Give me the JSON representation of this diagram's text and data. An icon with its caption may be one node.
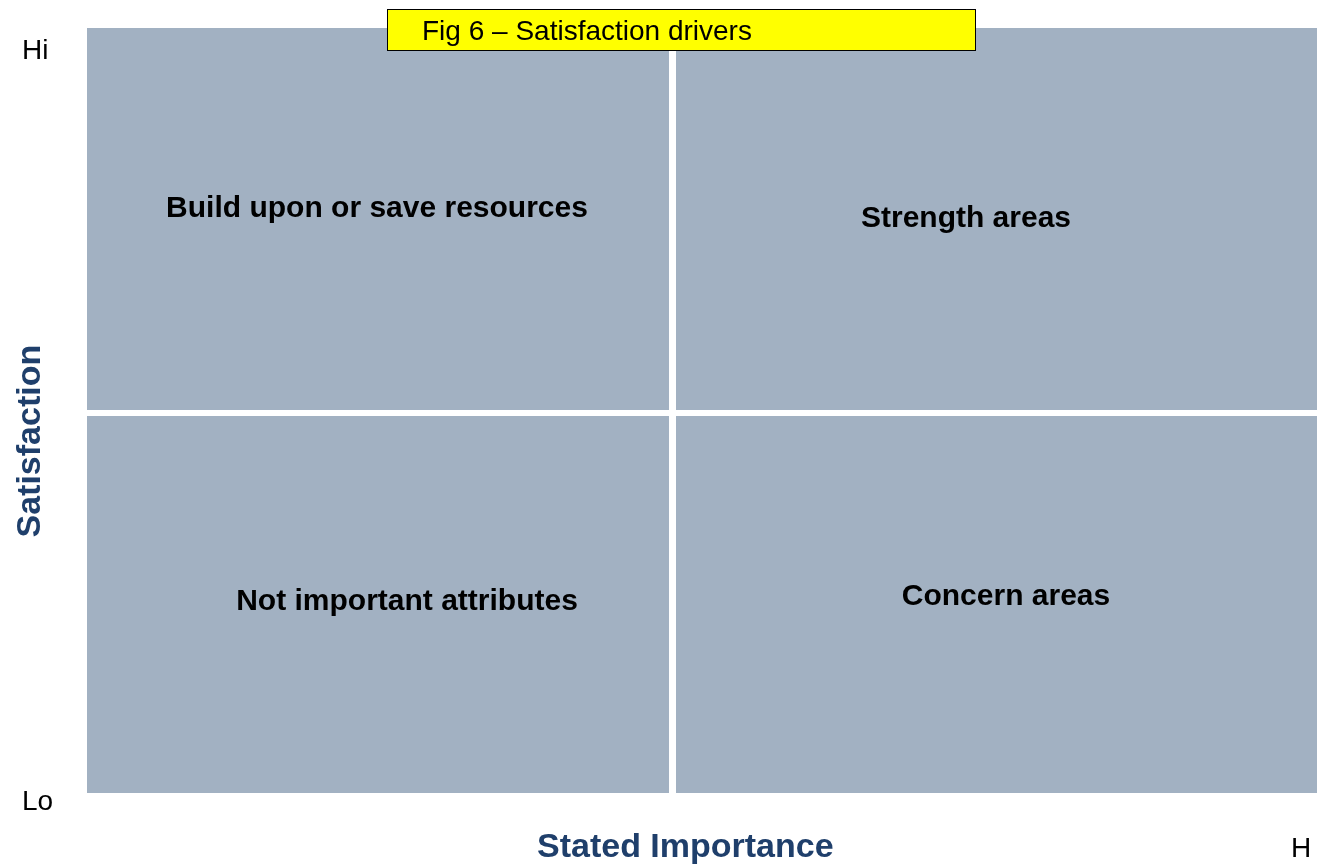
{
  "diagram": {
    "title": "Fig 6 – Satisfaction drivers",
    "nodes": [
      {
        "text": [
          "Build upon or save resources"
        ]
      },
      {
        "text": [
          "Strength areas"
        ]
      },
      {
        "text": [
          "Not important attributes"
        ]
      },
      {
        "text": [
          "Concern areas"
        ]
      }
    ],
    "labels": [
      "Hi",
      "Satisfaction",
      "Lo",
      "Stated Importance",
      "H"
    ]
  }
}
